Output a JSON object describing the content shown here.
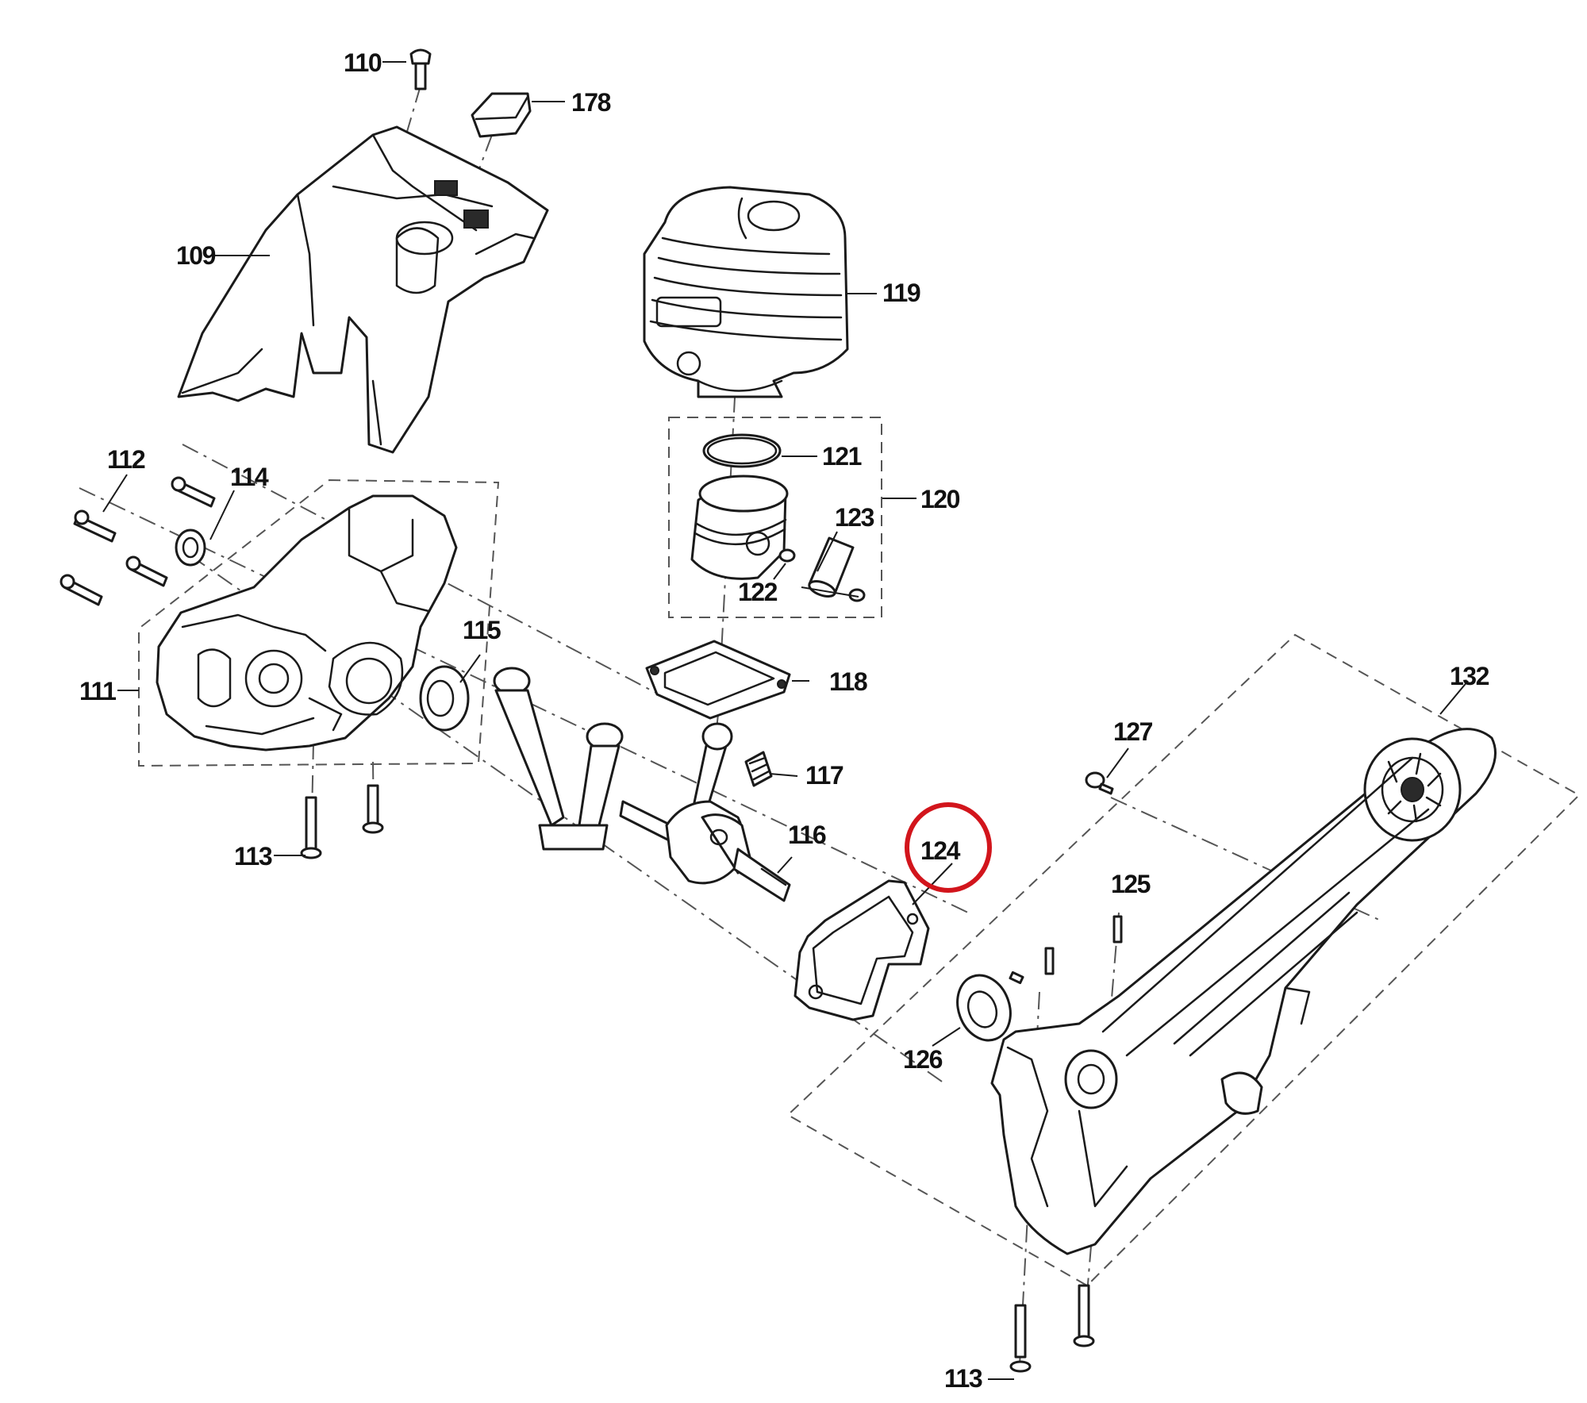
{
  "callouts": {
    "p110": "110",
    "p178": "178",
    "p109": "109",
    "p119": "119",
    "p121": "121",
    "p120": "120",
    "p123": "123",
    "p122": "122",
    "p112": "112",
    "p114": "114",
    "p115": "115",
    "p111": "111",
    "p118": "118",
    "p117": "117",
    "p116": "116",
    "p113_left": "113",
    "p124": "124",
    "p127": "127",
    "p132": "132",
    "p125": "125",
    "p126": "126",
    "p113_bottom": "113"
  },
  "highlight": {
    "part": "124",
    "color": "#d2151c"
  }
}
